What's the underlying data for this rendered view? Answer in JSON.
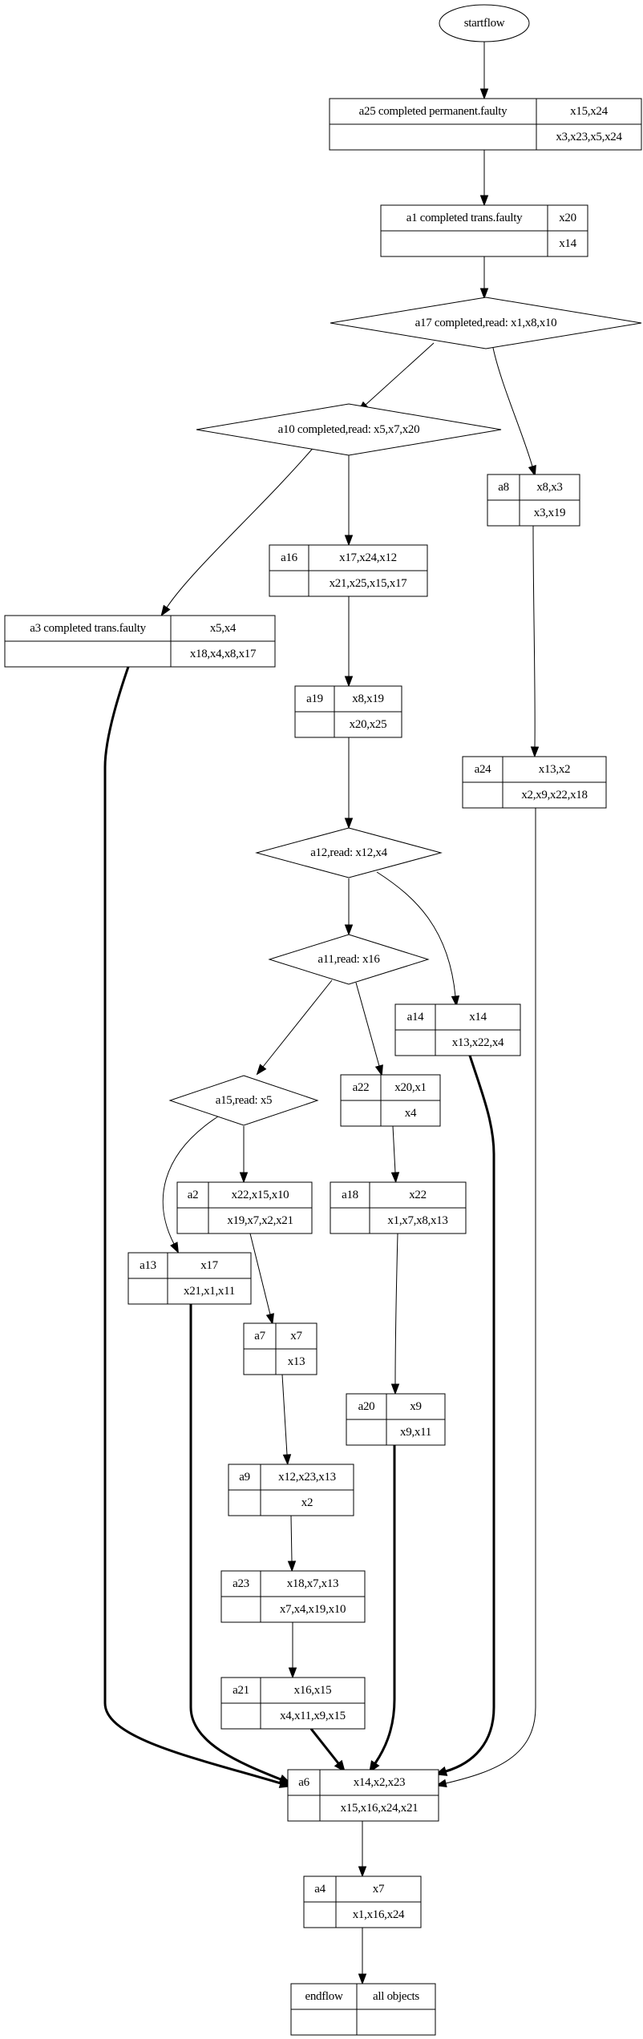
{
  "diagram": {
    "type": "flowchart",
    "nodes": {
      "startflow": {
        "shape": "ellipse",
        "label": "startflow"
      },
      "a25": {
        "shape": "record",
        "name": "a25  completed permanent.faulty",
        "top_vars": "x15,x24",
        "bottom_vars": "x3,x23,x5,x24"
      },
      "a1": {
        "shape": "record",
        "name": "a1  completed trans.faulty",
        "top_vars": "x20",
        "bottom_vars": "x14"
      },
      "a17": {
        "shape": "diamond",
        "label": "a17 completed,read: x1,x8,x10"
      },
      "a10": {
        "shape": "diamond",
        "label": "a10 completed,read: x5,x7,x20"
      },
      "a8": {
        "shape": "record",
        "name": "a8",
        "top_vars": "x8,x3",
        "bottom_vars": "x3,x19"
      },
      "a16": {
        "shape": "record",
        "name": "a16",
        "top_vars": "x17,x24,x12",
        "bottom_vars": "x21,x25,x15,x17"
      },
      "a3": {
        "shape": "record",
        "name": "a3 completed trans.faulty",
        "top_vars": "x5,x4",
        "bottom_vars": "x18,x4,x8,x17"
      },
      "a19": {
        "shape": "record",
        "name": "a19",
        "top_vars": "x8,x19",
        "bottom_vars": "x20,x25"
      },
      "a24": {
        "shape": "record",
        "name": "a24",
        "top_vars": "x13,x2",
        "bottom_vars": "x2,x9,x22,x18"
      },
      "a12": {
        "shape": "diamond",
        "label": "a12,read: x12,x4"
      },
      "a11": {
        "shape": "diamond",
        "label": "a11,read: x16"
      },
      "a14": {
        "shape": "record",
        "name": "a14",
        "top_vars": "x14",
        "bottom_vars": "x13,x22,x4"
      },
      "a15": {
        "shape": "diamond",
        "label": "a15,read: x5"
      },
      "a22": {
        "shape": "record",
        "name": "a22",
        "top_vars": "x20,x1",
        "bottom_vars": "x4"
      },
      "a2": {
        "shape": "record",
        "name": "a2",
        "top_vars": "x22,x15,x10",
        "bottom_vars": "x19,x7,x2,x21"
      },
      "a18": {
        "shape": "record",
        "name": "a18",
        "top_vars": "x22",
        "bottom_vars": "x1,x7,x8,x13"
      },
      "a13": {
        "shape": "record",
        "name": "a13",
        "top_vars": "x17",
        "bottom_vars": "x21,x1,x11"
      },
      "a7": {
        "shape": "record",
        "name": "a7",
        "top_vars": "x7",
        "bottom_vars": "x13"
      },
      "a20": {
        "shape": "record",
        "name": "a20",
        "top_vars": "x9",
        "bottom_vars": "x9,x11"
      },
      "a9": {
        "shape": "record",
        "name": "a9",
        "top_vars": "x12,x23,x13",
        "bottom_vars": "x2"
      },
      "a23": {
        "shape": "record",
        "name": "a23",
        "top_vars": "x18,x7,x13",
        "bottom_vars": "x7,x4,x19,x10"
      },
      "a21": {
        "shape": "record",
        "name": "a21",
        "top_vars": "x16,x15",
        "bottom_vars": "x4,x11,x9,x15"
      },
      "a6": {
        "shape": "record",
        "name": "a6",
        "top_vars": "x14,x2,x23",
        "bottom_vars": "x15,x16,x24,x21"
      },
      "a4": {
        "shape": "record",
        "name": "a4",
        "top_vars": "x7",
        "bottom_vars": "x1,x16,x24"
      },
      "endflow": {
        "shape": "record",
        "name": "endflow",
        "top_vars": "all objects",
        "bottom_vars": ""
      }
    },
    "edges": [
      {
        "from": "startflow",
        "to": "a25",
        "bold": false
      },
      {
        "from": "a25",
        "to": "a1",
        "bold": false
      },
      {
        "from": "a1",
        "to": "a17",
        "bold": false
      },
      {
        "from": "a17",
        "to": "a10",
        "bold": false
      },
      {
        "from": "a17",
        "to": "a8",
        "bold": false
      },
      {
        "from": "a10",
        "to": "a3",
        "bold": false
      },
      {
        "from": "a10",
        "to": "a16",
        "bold": false
      },
      {
        "from": "a16",
        "to": "a19",
        "bold": false
      },
      {
        "from": "a8",
        "to": "a24",
        "bold": false
      },
      {
        "from": "a19",
        "to": "a12",
        "bold": false
      },
      {
        "from": "a12",
        "to": "a11",
        "bold": false
      },
      {
        "from": "a12",
        "to": "a14",
        "bold": false
      },
      {
        "from": "a11",
        "to": "a15",
        "bold": false
      },
      {
        "from": "a11",
        "to": "a22",
        "bold": false
      },
      {
        "from": "a15",
        "to": "a13",
        "bold": false
      },
      {
        "from": "a15",
        "to": "a2",
        "bold": false
      },
      {
        "from": "a22",
        "to": "a18",
        "bold": false
      },
      {
        "from": "a2",
        "to": "a7",
        "bold": false
      },
      {
        "from": "a18",
        "to": "a20",
        "bold": false
      },
      {
        "from": "a7",
        "to": "a9",
        "bold": false
      },
      {
        "from": "a9",
        "to": "a23",
        "bold": false
      },
      {
        "from": "a23",
        "to": "a21",
        "bold": false
      },
      {
        "from": "a3",
        "to": "a6",
        "bold": true
      },
      {
        "from": "a13",
        "to": "a6",
        "bold": true
      },
      {
        "from": "a21",
        "to": "a6",
        "bold": true
      },
      {
        "from": "a20",
        "to": "a6",
        "bold": true
      },
      {
        "from": "a14",
        "to": "a6",
        "bold": true
      },
      {
        "from": "a24",
        "to": "a6",
        "bold": false
      },
      {
        "from": "a6",
        "to": "a4",
        "bold": false
      },
      {
        "from": "a4",
        "to": "endflow",
        "bold": false
      }
    ]
  }
}
